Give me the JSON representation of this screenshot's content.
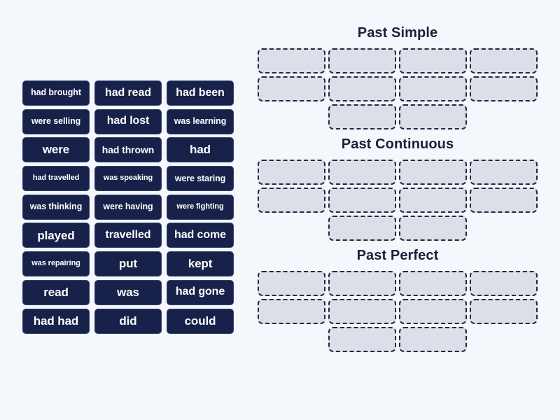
{
  "activity": {
    "type": "group-sort",
    "background_color": "#f4f7fb",
    "tile_color": "#18214a",
    "tile_text_color": "#ffffff",
    "slot_fill_color": "#dcdfe8",
    "slot_border_color": "#1f2a44",
    "heading_color": "#16233f"
  },
  "tiles": [
    {
      "label": "had brought",
      "size": "s"
    },
    {
      "label": "had read",
      "size": "l"
    },
    {
      "label": "had been",
      "size": "l"
    },
    {
      "label": "were selling",
      "size": "s"
    },
    {
      "label": "had lost",
      "size": "l"
    },
    {
      "label": "was learning",
      "size": "s"
    },
    {
      "label": "were",
      "size": "xl"
    },
    {
      "label": "had thrown",
      "size": "m"
    },
    {
      "label": "had",
      "size": "xl"
    },
    {
      "label": "had travelled",
      "size": "xs"
    },
    {
      "label": "was speaking",
      "size": "xs"
    },
    {
      "label": "were staring",
      "size": "s"
    },
    {
      "label": "was thinking",
      "size": "s"
    },
    {
      "label": "were having",
      "size": "s"
    },
    {
      "label": "were fighting",
      "size": "xs"
    },
    {
      "label": "played",
      "size": "xl"
    },
    {
      "label": "travelled",
      "size": "l"
    },
    {
      "label": "had come",
      "size": "l"
    },
    {
      "label": "was repairing",
      "size": "xs"
    },
    {
      "label": "put",
      "size": "xl"
    },
    {
      "label": "kept",
      "size": "xl"
    },
    {
      "label": "read",
      "size": "xl"
    },
    {
      "label": "was",
      "size": "xl"
    },
    {
      "label": "had gone",
      "size": "l"
    },
    {
      "label": "had had",
      "size": "xl"
    },
    {
      "label": "did",
      "size": "xl"
    },
    {
      "label": "could",
      "size": "xl"
    }
  ],
  "categories": [
    {
      "title": "Past Simple",
      "slot_count": 10,
      "rows": [
        4,
        4,
        2
      ]
    },
    {
      "title": "Past Continuous",
      "slot_count": 10,
      "rows": [
        4,
        4,
        2
      ]
    },
    {
      "title": "Past Perfect",
      "slot_count": 10,
      "rows": [
        4,
        4,
        2
      ]
    }
  ]
}
